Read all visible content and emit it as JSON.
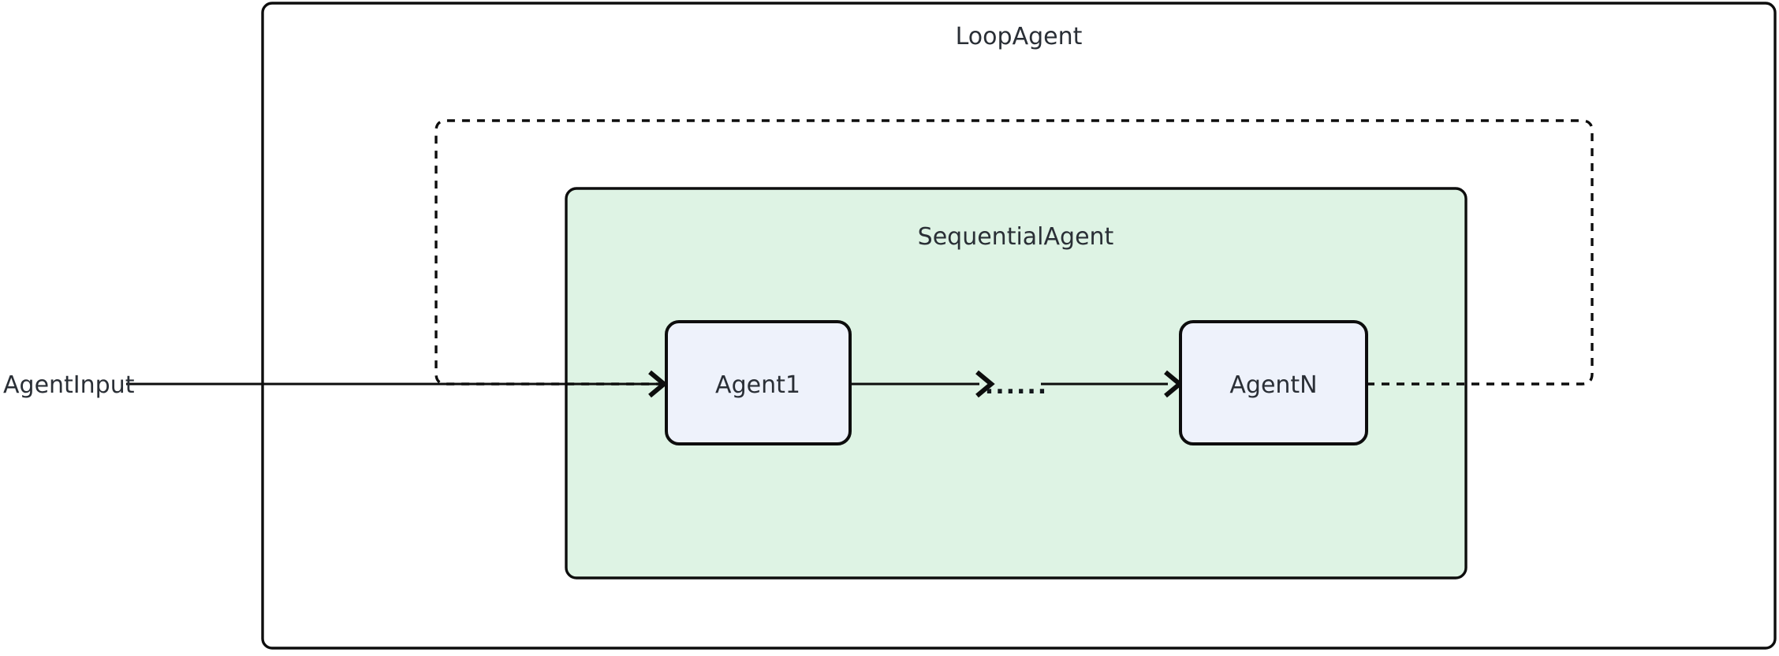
{
  "diagram": {
    "type": "flowchart",
    "outer_container_label": "LoopAgent",
    "inner_container_label": "SequentialAgent",
    "input_label": "AgentInput",
    "nodes": [
      {
        "id": "agent1",
        "label": "Agent1"
      },
      {
        "id": "agentN",
        "label": "AgentN"
      }
    ],
    "ellipsis": "......",
    "edges": [
      {
        "from": "AgentInput",
        "to": "Agent1",
        "style": "solid-arrow"
      },
      {
        "from": "Agent1",
        "to": "...",
        "style": "solid-arrow"
      },
      {
        "from": "...",
        "to": "AgentN",
        "style": "solid-arrow"
      },
      {
        "from": "AgentN",
        "to": "Agent1",
        "style": "dashed-loop"
      }
    ]
  },
  "colors": {
    "background": "#ffffff",
    "border": "#0d0d0d",
    "outer_fill": "#ffffff",
    "sequential_fill": "#def3e4",
    "node_fill": "#eef2fb",
    "text": "#2a2f36"
  }
}
